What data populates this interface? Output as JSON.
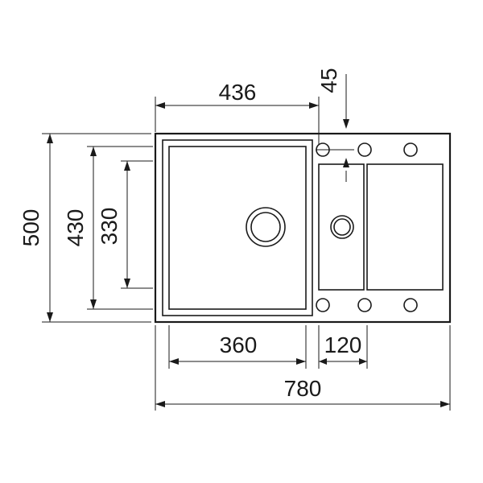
{
  "dimensions": {
    "top_width": "436",
    "hole_offset": "45",
    "height_outer": "500",
    "height_bowl": "430",
    "height_inner": "330",
    "bowl_width": "360",
    "drainer_width": "120",
    "total_width": "780"
  }
}
